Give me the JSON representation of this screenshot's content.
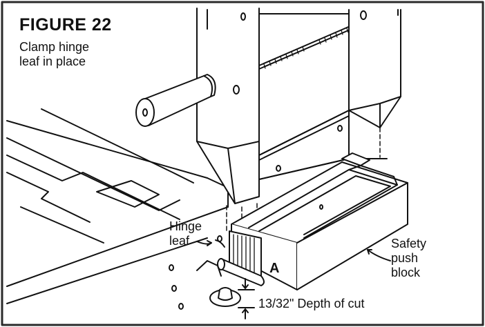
{
  "figure": {
    "title": "FIGURE 22",
    "caption": [
      "Clamp hinge",
      "leaf in place"
    ]
  },
  "labels": {
    "hinge_leaf": [
      "Hinge",
      "leaf"
    ],
    "safety_push_block": [
      "Safety",
      "push",
      "block"
    ],
    "depth_of_cut": "13/32\" Depth of cut",
    "block_marker": "A"
  },
  "colors": {
    "ink": "#111111",
    "paper": "#ffffff",
    "frame": "#2a2a2a"
  }
}
